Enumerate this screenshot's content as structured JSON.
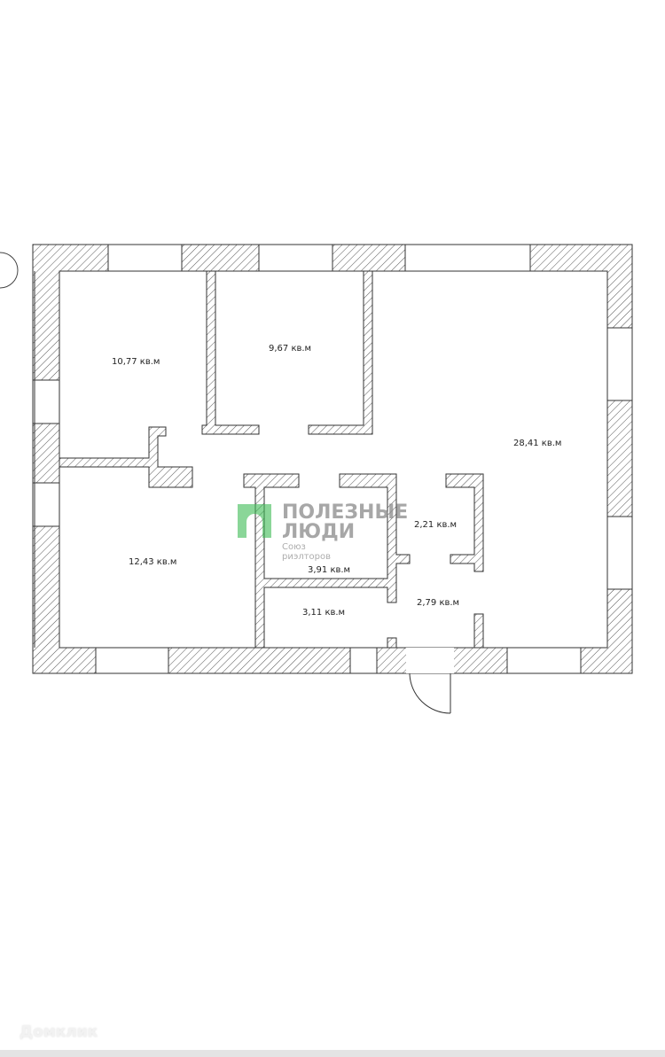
{
  "rooms": [
    {
      "id": "room-1",
      "area": "10,77 кв.м"
    },
    {
      "id": "room-2",
      "area": "9,67 кв.м"
    },
    {
      "id": "room-3",
      "area": "28,41 кв.м"
    },
    {
      "id": "room-4",
      "area": "12,43 кв.м"
    },
    {
      "id": "room-5",
      "area": "3,91 кв.м"
    },
    {
      "id": "room-6",
      "area": "2,21 кв.м"
    },
    {
      "id": "room-7",
      "area": "2,79 кв.м"
    },
    {
      "id": "room-8",
      "area": "3,11 кв.м"
    }
  ],
  "watermark": {
    "line1": "ПОЛЕЗНЫЕ",
    "line2": "ЛЮДИ",
    "sub1": "Союз",
    "sub2": "риэлторов",
    "color": "#3cba54"
  },
  "brand": "Домклик"
}
